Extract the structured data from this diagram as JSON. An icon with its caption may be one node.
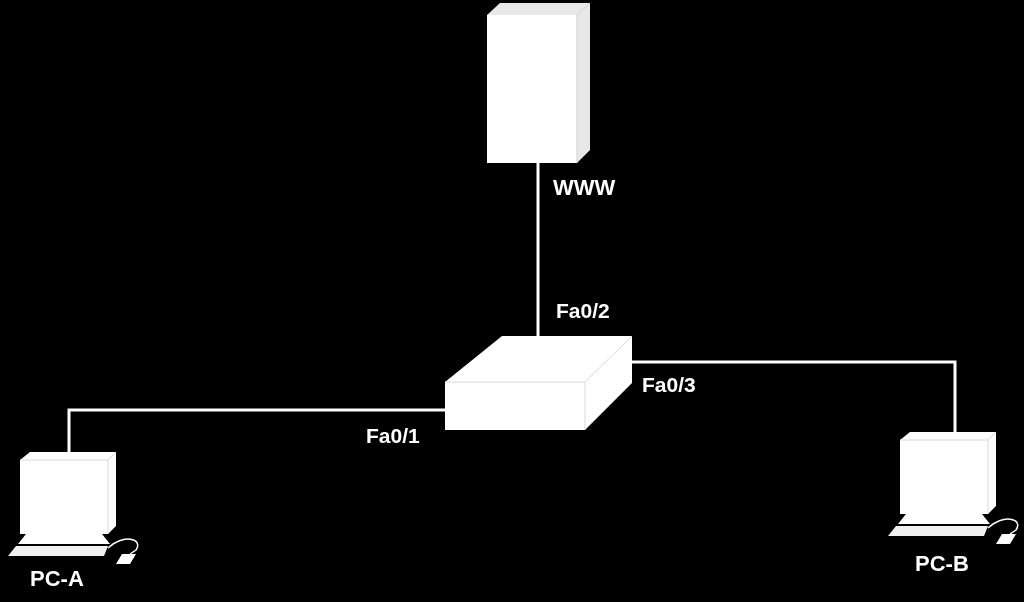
{
  "diagram": {
    "nodes": [
      {
        "text": [
          "WWW"
        ]
      },
      {
        "text": [],
        "shape": "box"
      },
      {
        "text": [
          "PC-A"
        ]
      },
      {
        "text": [
          "PC-B"
        ]
      }
    ],
    "edges": [
      {
        "from": 1,
        "to": 0,
        "arrow": "none",
        "label": "Fa0/2"
      },
      {
        "from": 2,
        "to": 1,
        "arrow": "none",
        "label": "Fa0/1"
      },
      {
        "from": 1,
        "to": 3,
        "arrow": "none",
        "label": "Fa0/3"
      }
    ]
  }
}
